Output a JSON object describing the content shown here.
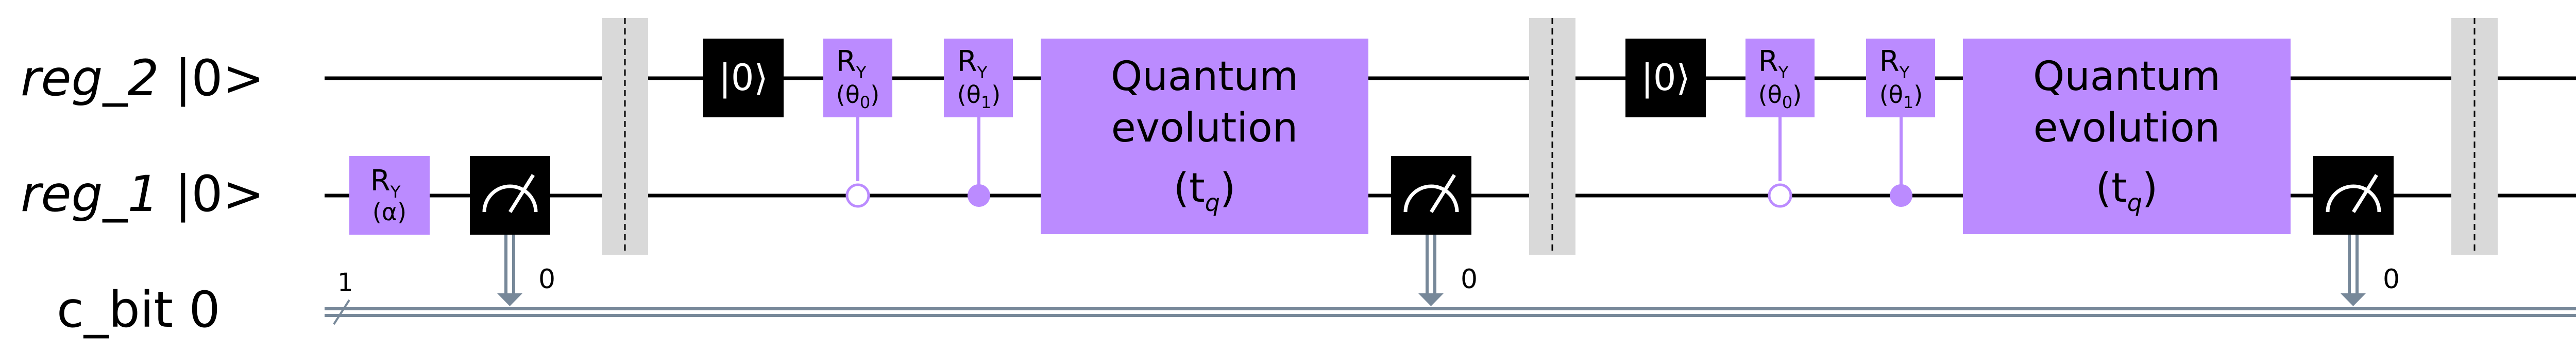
{
  "registers": {
    "reg_2": {
      "name": "reg_2",
      "state": " |0>"
    },
    "reg_1": {
      "name": "reg_1",
      "state": " |0>"
    },
    "c_bit": {
      "label": "c_bit 0",
      "bus_size": "1"
    }
  },
  "gates": {
    "ry_alpha": {
      "main": "R",
      "sub": "Y",
      "param": "(α)"
    },
    "reset_1": {
      "label": "|0⟩"
    },
    "ry_theta0_1": {
      "main": "R",
      "sub": "Y",
      "param": "(θ",
      "param_sub": "0",
      "param_close": ")"
    },
    "ry_theta1_1": {
      "main": "R",
      "sub": "Y",
      "param": "(θ",
      "param_sub": "1",
      "param_close": ")"
    },
    "evolution_1": {
      "line1": "Quantum",
      "line2": "evolution",
      "line3": "(t",
      "line3_sub": "q",
      "line3_close": ")"
    },
    "reset_2": {
      "label": "|0⟩"
    },
    "ry_theta0_2": {
      "main": "R",
      "sub": "Y",
      "param": "(θ",
      "param_sub": "0",
      "param_close": ")"
    },
    "ry_theta1_2": {
      "main": "R",
      "sub": "Y",
      "param": "(θ",
      "param_sub": "1",
      "param_close": ")"
    },
    "evolution_2": {
      "line1": "Quantum",
      "line2": "evolution",
      "line3": "(t",
      "line3_sub": "q",
      "line3_close": ")"
    }
  },
  "measurements": {
    "m1": {
      "bit": "0"
    },
    "m2": {
      "bit": "0"
    },
    "m3": {
      "bit": "0"
    }
  },
  "colors": {
    "gate_fill": "#bb8bff",
    "reset_fill": "#000000",
    "measure_fill": "#000000",
    "control_line": "#bb8bff",
    "classical_wire": "#778899",
    "barrier": "#d9d9d9"
  }
}
